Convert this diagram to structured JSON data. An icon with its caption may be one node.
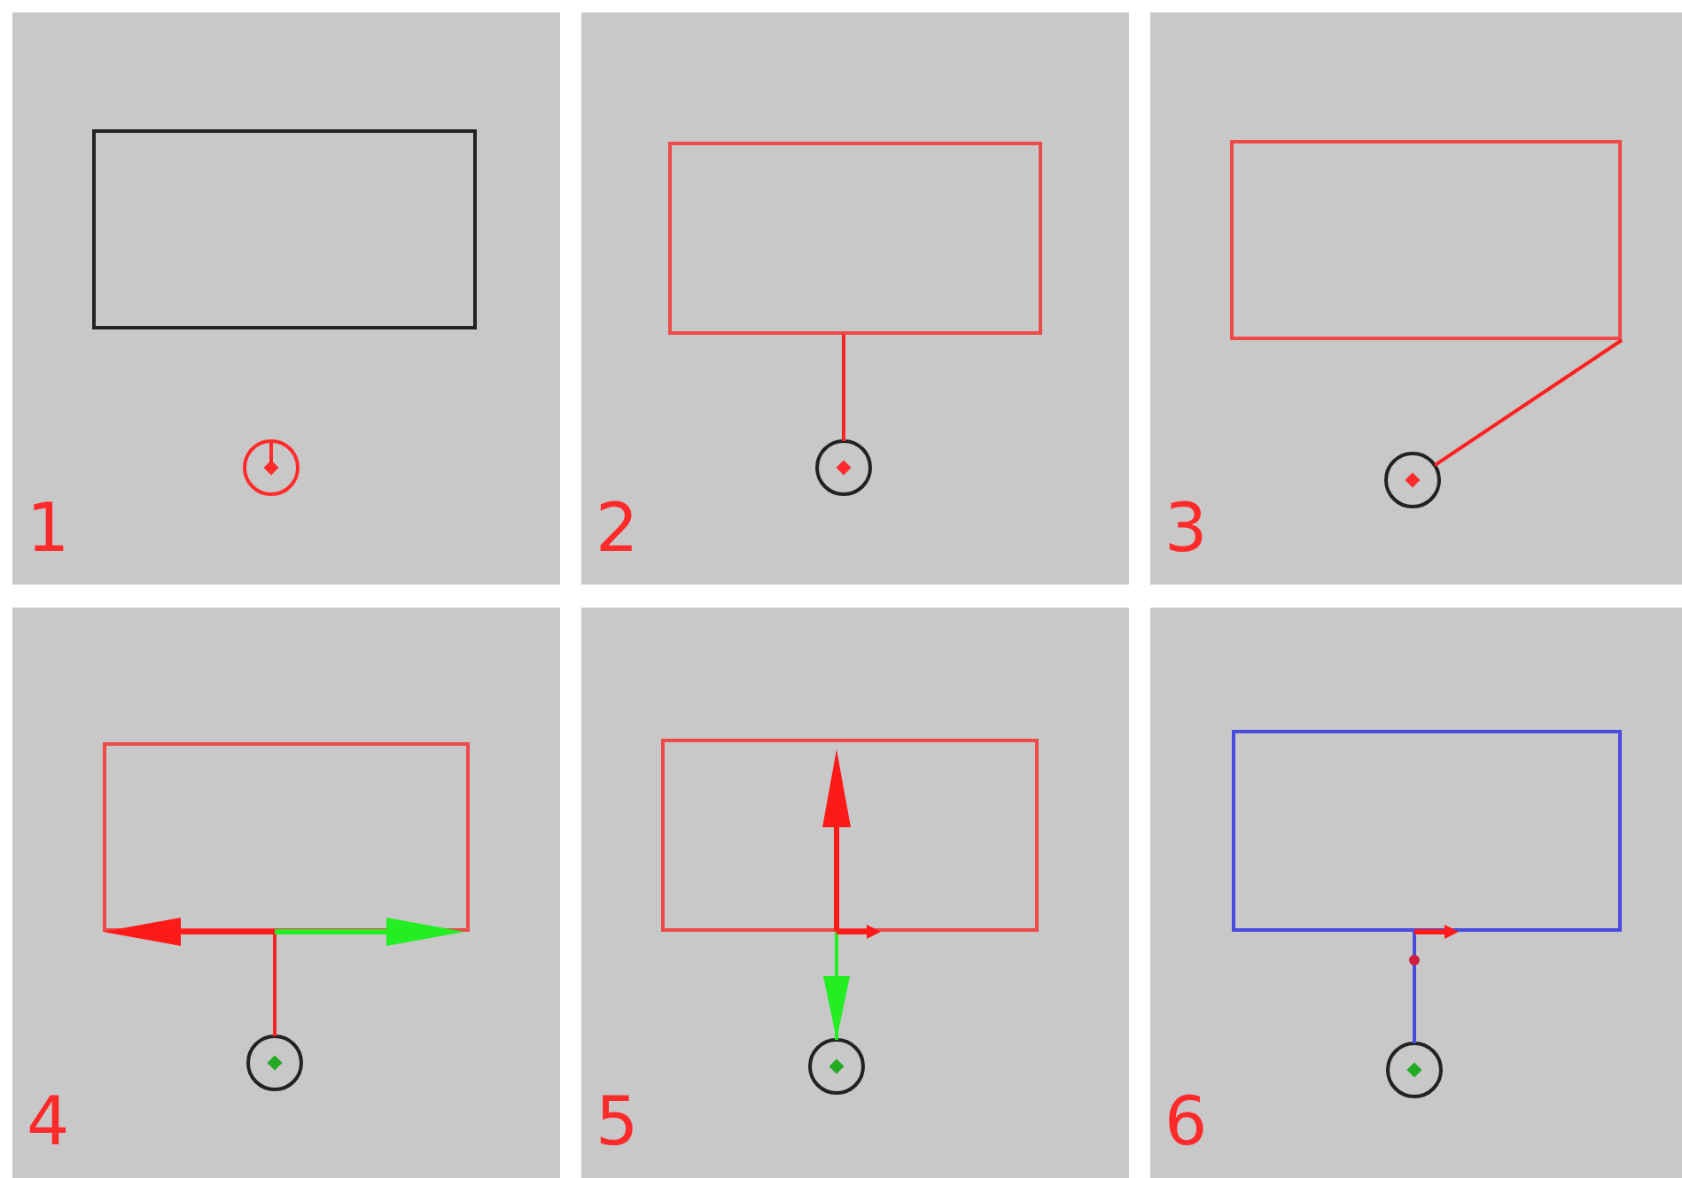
{
  "diagram": {
    "nodes": [
      {
        "text": [
          "1"
        ]
      },
      {
        "text": [],
        "shape": "box",
        "in": 0
      },
      {
        "text": [],
        "shape": "circle",
        "in": 0
      },
      {
        "text": [
          "2"
        ]
      },
      {
        "text": [],
        "shape": "box",
        "in": 3
      },
      {
        "text": [],
        "shape": "circle",
        "in": 3
      },
      {
        "text": [
          "3"
        ]
      },
      {
        "text": [],
        "shape": "box",
        "in": 6
      },
      {
        "text": [],
        "shape": "circle",
        "in": 6
      },
      {
        "text": [
          "4"
        ]
      },
      {
        "text": [],
        "shape": "box",
        "in": 9
      },
      {
        "text": [],
        "shape": "circle",
        "in": 9
      },
      {
        "text": [
          "5"
        ]
      },
      {
        "text": [],
        "shape": "box",
        "in": 12
      },
      {
        "text": [],
        "shape": "circle",
        "in": 12
      },
      {
        "text": [
          "6"
        ]
      },
      {
        "text": [],
        "shape": "box",
        "in": 15
      },
      {
        "text": [],
        "shape": "circle",
        "in": 15
      }
    ],
    "edges": [
      {
        "from": 4,
        "to": 5,
        "arrow": "none"
      },
      {
        "from": 7,
        "to": 8,
        "arrow": "none"
      },
      {
        "from": 10,
        "to": 11,
        "arrow": "none"
      },
      {
        "from": 13,
        "to": 14,
        "arrow": "to",
        "color": "#22ee22"
      },
      {
        "from": 16,
        "to": 17,
        "arrow": "none",
        "color": "#4a4ae0"
      }
    ]
  }
}
